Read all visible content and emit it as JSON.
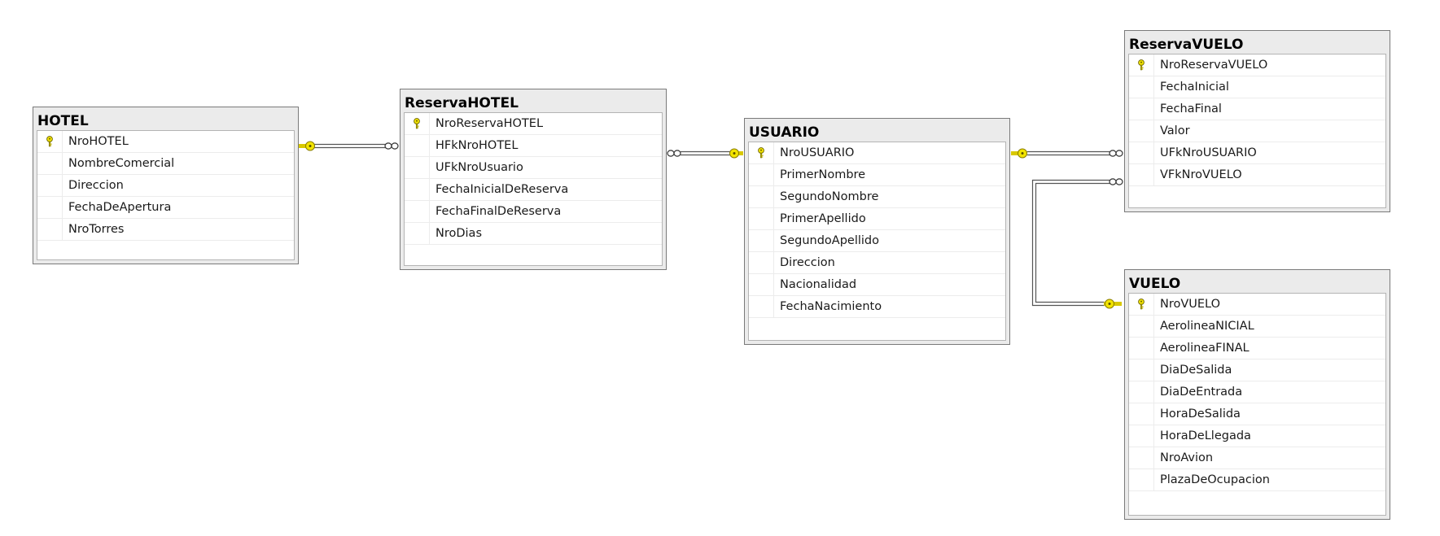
{
  "diagram": {
    "colors": {
      "key": "#f2e400",
      "line": "#555555",
      "table_header": "#ebebeb"
    },
    "tables": [
      {
        "id": "hotel",
        "title": "HOTEL",
        "columns": [
          {
            "name": "NroHOTEL",
            "pk": true
          },
          {
            "name": "NombreComercial",
            "pk": false
          },
          {
            "name": "Direccion",
            "pk": false
          },
          {
            "name": "FechaDeApertura",
            "pk": false
          },
          {
            "name": "NroTorres",
            "pk": false
          }
        ]
      },
      {
        "id": "reservahotel",
        "title": "ReservaHOTEL",
        "columns": [
          {
            "name": "NroReservaHOTEL",
            "pk": true
          },
          {
            "name": "HFkNroHOTEL",
            "pk": false
          },
          {
            "name": "UFkNroUsuario",
            "pk": false
          },
          {
            "name": "FechaInicialDeReserva",
            "pk": false
          },
          {
            "name": "FechaFinalDeReserva",
            "pk": false
          },
          {
            "name": "NroDias",
            "pk": false
          }
        ]
      },
      {
        "id": "usuario",
        "title": "USUARIO",
        "columns": [
          {
            "name": "NroUSUARIO",
            "pk": true
          },
          {
            "name": "PrimerNombre",
            "pk": false
          },
          {
            "name": "SegundoNombre",
            "pk": false
          },
          {
            "name": "PrimerApellido",
            "pk": false
          },
          {
            "name": "SegundoApellido",
            "pk": false
          },
          {
            "name": "Direccion",
            "pk": false
          },
          {
            "name": "Nacionalidad",
            "pk": false
          },
          {
            "name": "FechaNacimiento",
            "pk": false
          }
        ]
      },
      {
        "id": "reservavuelo",
        "title": "ReservaVUELO",
        "columns": [
          {
            "name": "NroReservaVUELO",
            "pk": true
          },
          {
            "name": "FechaInicial",
            "pk": false
          },
          {
            "name": "FechaFinal",
            "pk": false
          },
          {
            "name": "Valor",
            "pk": false
          },
          {
            "name": "UFkNroUSUARIO",
            "pk": false
          },
          {
            "name": "VFkNroVUELO",
            "pk": false
          }
        ]
      },
      {
        "id": "vuelo",
        "title": "VUELO",
        "columns": [
          {
            "name": "NroVUELO",
            "pk": true
          },
          {
            "name": "AerolineaNICIAL",
            "pk": false
          },
          {
            "name": "AerolineaFINAL",
            "pk": false
          },
          {
            "name": "DiaDeSalida",
            "pk": false
          },
          {
            "name": "DiaDeEntrada",
            "pk": false
          },
          {
            "name": "HoraDeSalida",
            "pk": false
          },
          {
            "name": "HoraDeLlegada",
            "pk": false
          },
          {
            "name": "NroAvion",
            "pk": false
          },
          {
            "name": "PlazaDeOcupacion",
            "pk": false
          }
        ]
      }
    ],
    "relationships": [
      {
        "from": "hotel",
        "to": "reservahotel",
        "one_end": "hotel",
        "many_end": "reservahotel"
      },
      {
        "from": "usuario",
        "to": "reservahotel",
        "one_end": "usuario",
        "many_end": "reservahotel"
      },
      {
        "from": "usuario",
        "to": "reservavuelo",
        "one_end": "usuario",
        "many_end": "reservavuelo"
      },
      {
        "from": "vuelo",
        "to": "reservavuelo",
        "one_end": "vuelo",
        "many_end": "reservavuelo"
      }
    ]
  }
}
